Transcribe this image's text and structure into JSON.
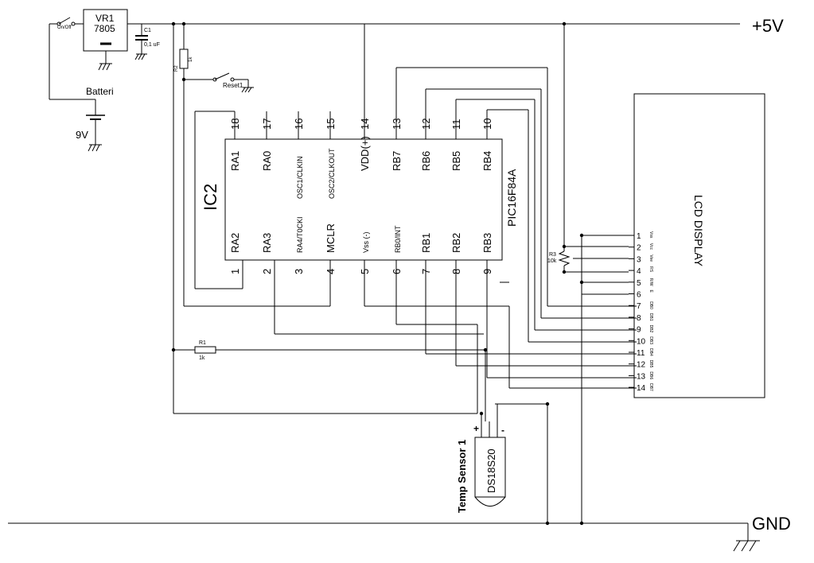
{
  "rails": {
    "vcc": "+5V",
    "gnd": "GND"
  },
  "regulator": {
    "name": "VR1",
    "part": "7805"
  },
  "switch_power": "On/Off",
  "capacitor": {
    "name": "C1",
    "value": "0,1 uF"
  },
  "battery": {
    "label": "Batteri",
    "value": "9V"
  },
  "r2": {
    "name": "R2",
    "value": "1k"
  },
  "reset": "Reset1",
  "ic": {
    "name": "IC2",
    "part": "PIC16F84A",
    "top_pins": [
      {
        "num": "18",
        "name": "RA1"
      },
      {
        "num": "17",
        "name": "RA0"
      },
      {
        "num": "16",
        "name": "OSC1/CLKIN"
      },
      {
        "num": "15",
        "name": "OSC2/CLKOUT"
      },
      {
        "num": "14",
        "name": "VDD(+)"
      },
      {
        "num": "13",
        "name": "RB7"
      },
      {
        "num": "12",
        "name": "RB6"
      },
      {
        "num": "11",
        "name": "RB5"
      },
      {
        "num": "10",
        "name": "RB4"
      }
    ],
    "bottom_pins": [
      {
        "num": "1",
        "name": "RA2"
      },
      {
        "num": "2",
        "name": "RA3"
      },
      {
        "num": "3",
        "name": "RA4/T0CKI"
      },
      {
        "num": "4",
        "name": "MCLR"
      },
      {
        "num": "5",
        "name": "Vss (-)"
      },
      {
        "num": "6",
        "name": "RB0/INT"
      },
      {
        "num": "7",
        "name": "RB1"
      },
      {
        "num": "8",
        "name": "RB2"
      },
      {
        "num": "9",
        "name": "RB3"
      }
    ]
  },
  "lcd": {
    "title": "LCD DISPLAY",
    "pins": [
      {
        "num": "1",
        "name": "Vss"
      },
      {
        "num": "2",
        "name": "Vcc"
      },
      {
        "num": "3",
        "name": "Vee"
      },
      {
        "num": "4",
        "name": "RS"
      },
      {
        "num": "5",
        "name": "R/W"
      },
      {
        "num": "6",
        "name": "E"
      },
      {
        "num": "7",
        "name": "DB0"
      },
      {
        "num": "8",
        "name": "DB1"
      },
      {
        "num": "9",
        "name": "DB2"
      },
      {
        "num": "10",
        "name": "DB3"
      },
      {
        "num": "11",
        "name": "DB4"
      },
      {
        "num": "12",
        "name": "DB5"
      },
      {
        "num": "13",
        "name": "DB6"
      },
      {
        "num": "14",
        "name": "DB7"
      }
    ]
  },
  "r3": {
    "name": "R3",
    "value": "10k"
  },
  "r1": {
    "name": "R1",
    "value": "1k"
  },
  "sensor": {
    "label": "Temp Sensor 1",
    "part": "DS18S20",
    "plus": "+",
    "minus": "-"
  }
}
